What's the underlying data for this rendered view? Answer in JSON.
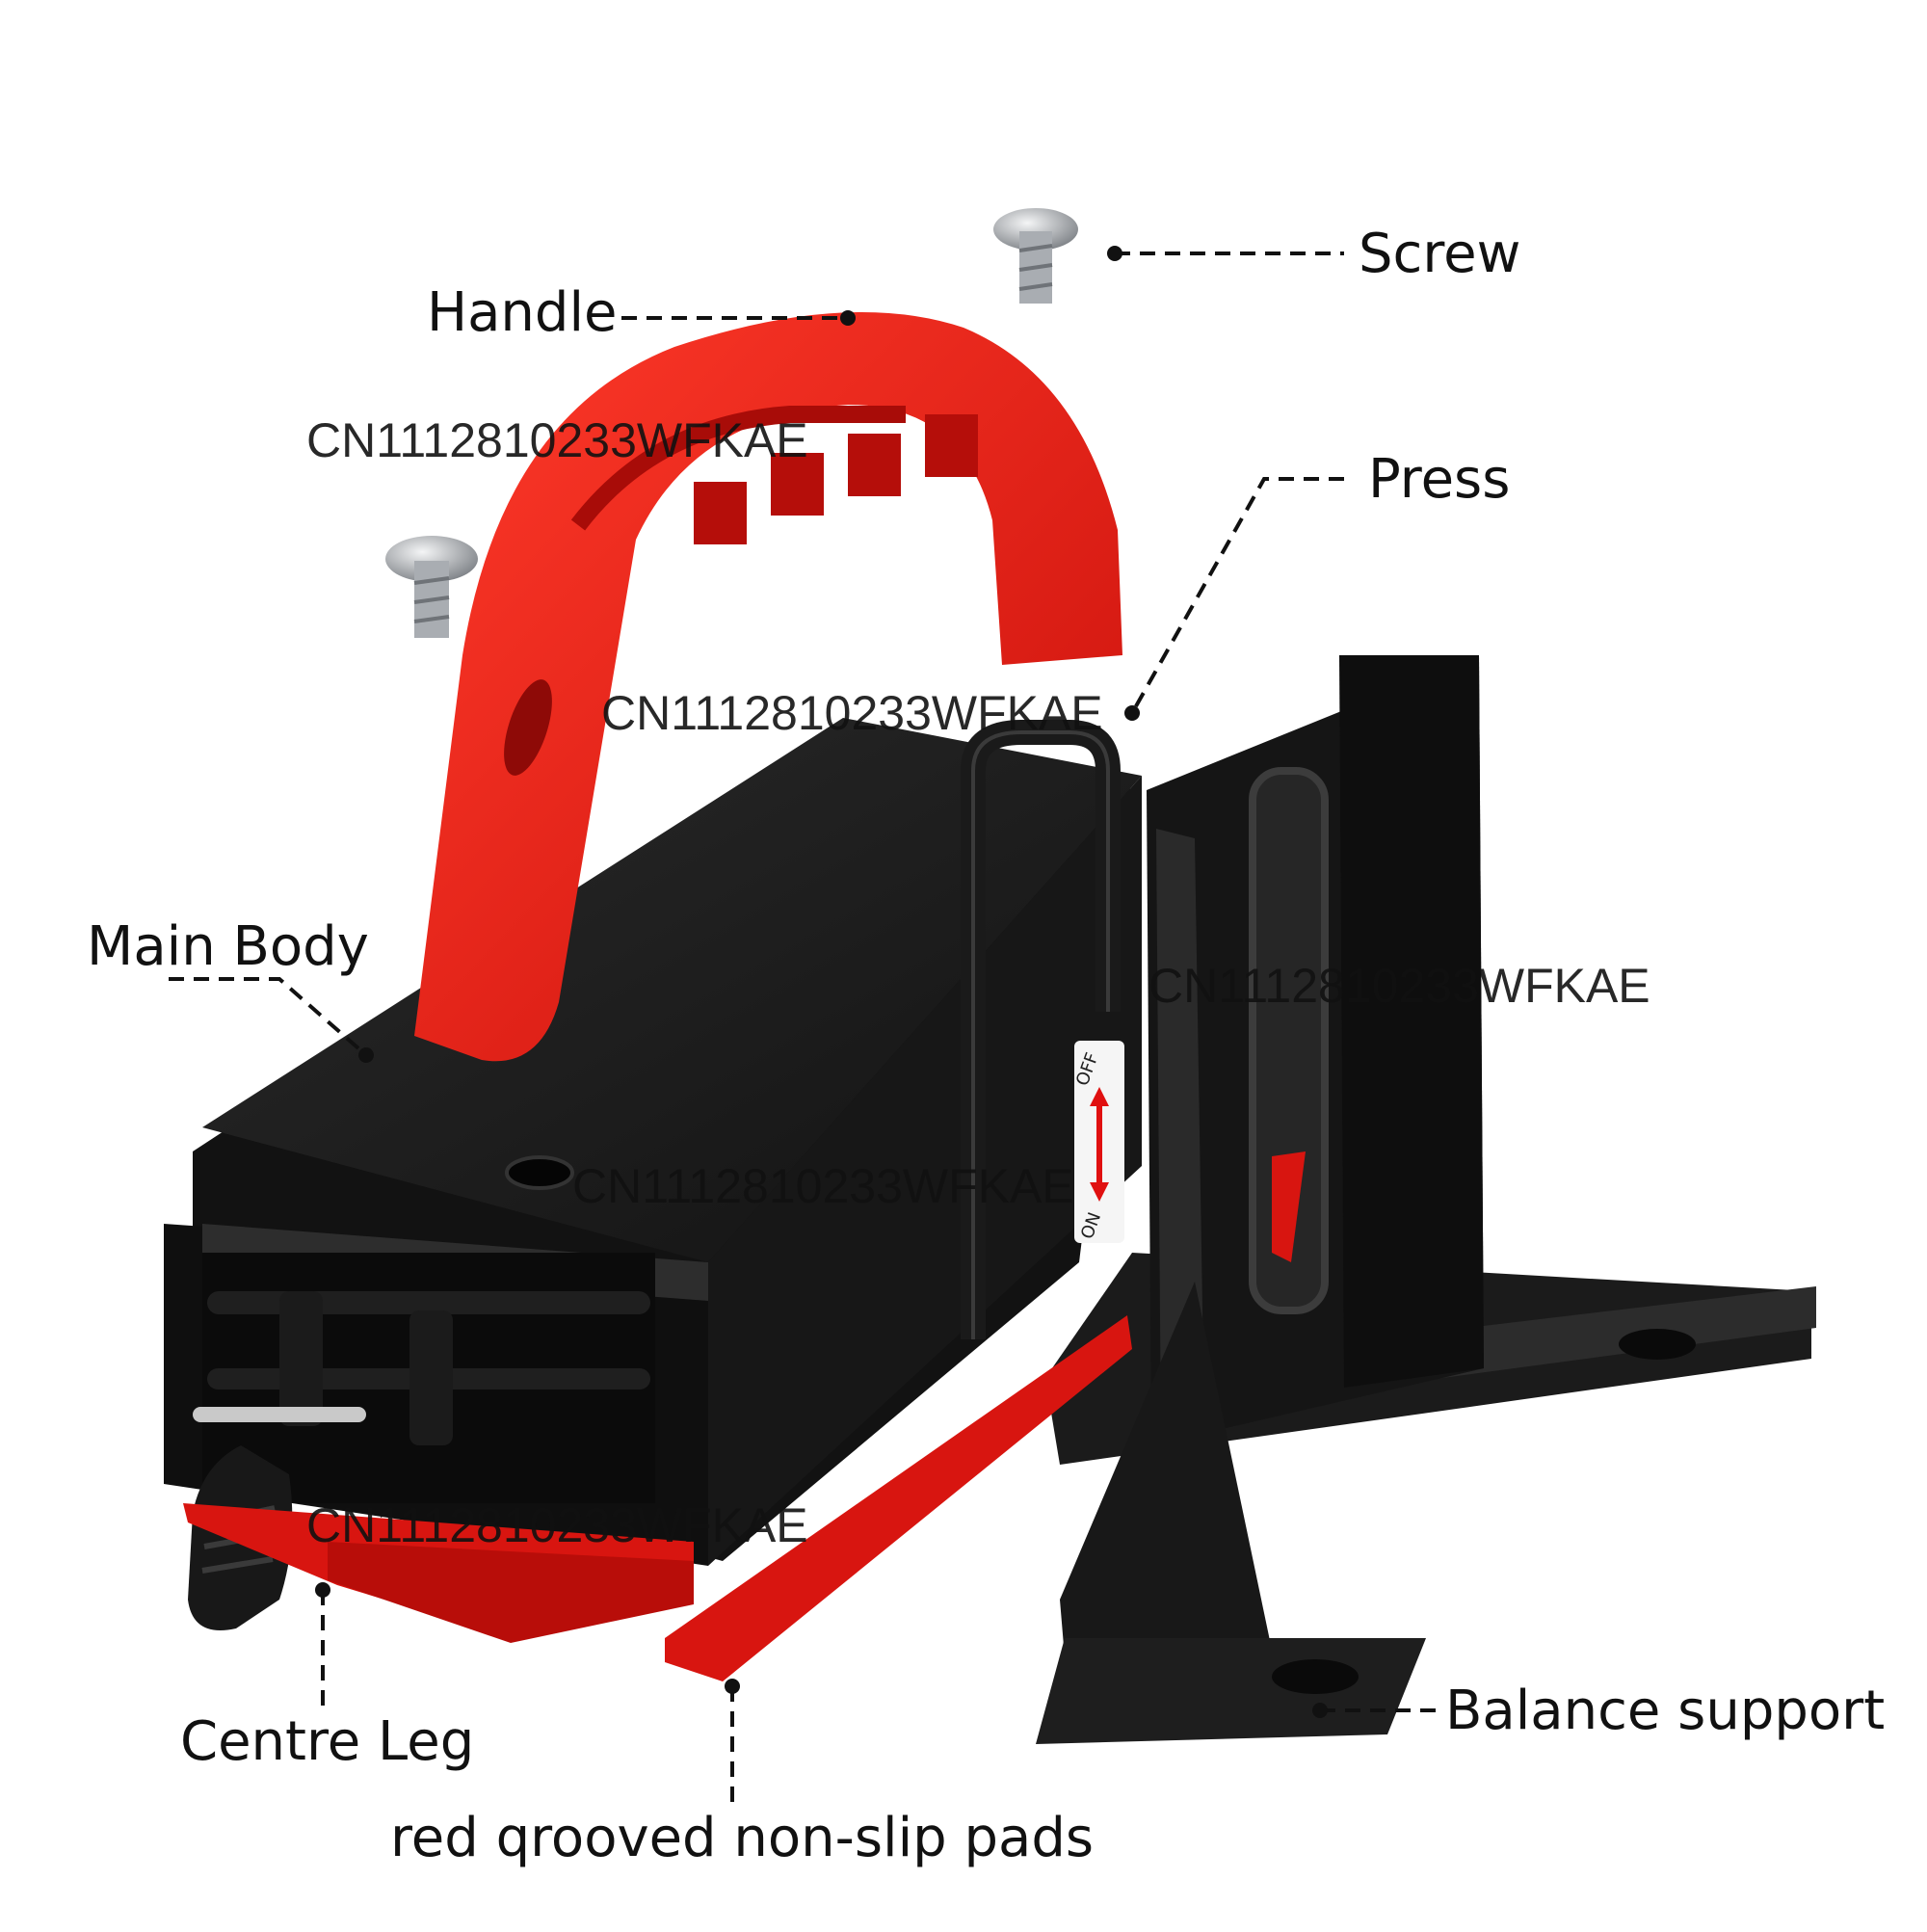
{
  "diagram": {
    "labels": {
      "screw": "Screw",
      "handle": "Handle",
      "press": "Press",
      "main_body": "Main Body",
      "centre_leg": "Centre Leg",
      "pads": "red qrooved non-slip pads",
      "balance_support": "Balance support"
    },
    "switch": {
      "off": "OFF",
      "on": "ON"
    },
    "watermark": "CN1112810233WFKAE"
  },
  "colors": {
    "handle_red": "#ee1c14",
    "body_black": "#141414",
    "body_top": "#1d1d1d",
    "edge": "#3a3a3a",
    "pad_red": "#d81510",
    "screw_metal": "#b9bdc2"
  }
}
